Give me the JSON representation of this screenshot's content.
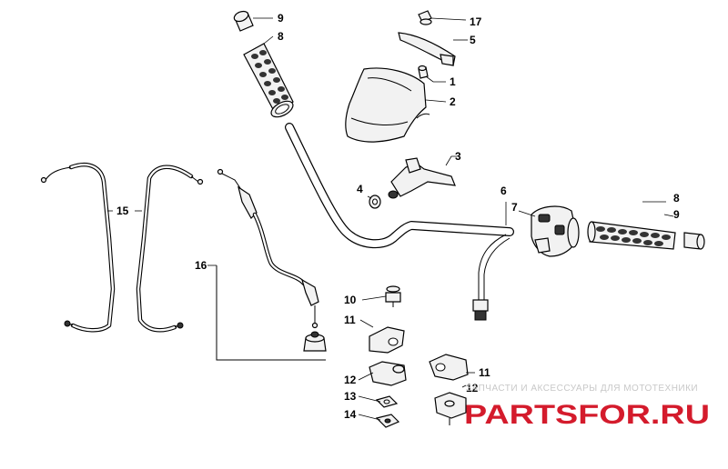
{
  "callouts": {
    "n1": "1",
    "n2": "2",
    "n3": "3",
    "n4": "4",
    "n5": "5",
    "n6": "6",
    "n7": "7",
    "n8_left": "8",
    "n8_right": "8",
    "n9_left": "9",
    "n9_right": "9",
    "n10": "10",
    "n11_left": "11",
    "n11_right": "11",
    "n12_left": "12",
    "n12_right": "12",
    "n13": "13",
    "n14": "14",
    "n15": "15",
    "n16": "16",
    "n17": "17"
  },
  "watermark": {
    "tagline": "ЗАПЧАСТИ И АКСЕССУАРЫ ДЛЯ МОТОТЕХНИКИ",
    "brand": "PARTSFOR.RU",
    "brand_color": "#d41b2c"
  }
}
